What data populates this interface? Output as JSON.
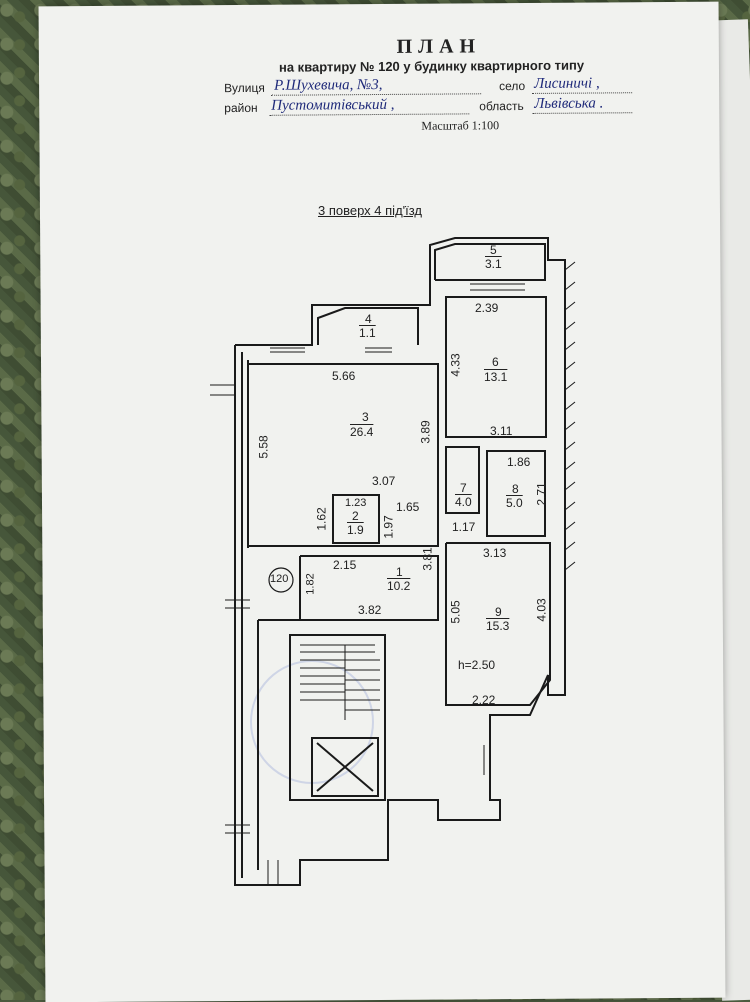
{
  "header": {
    "title": "ПЛАН",
    "subtitle": "на квартиру  № 120 у  будинку квартирного типу",
    "street_label": "Вулиця",
    "street_value": "Р.Шухевича, №3,",
    "village_label": "село",
    "village_value": "Лисиничі ,",
    "district_label": "район",
    "district_value": "Пустомитівський ,",
    "region_label": "область",
    "region_value": "Львівська .",
    "scale": "Масштаб 1:100"
  },
  "floor_caption": "3 поверх 4 під'їзд",
  "apartment_number": "120",
  "ceiling_height": "h=2.50",
  "rooms": [
    {
      "id": "1",
      "area": "10.2"
    },
    {
      "id": "2",
      "area": "1.9"
    },
    {
      "id": "3",
      "area": "26.4"
    },
    {
      "id": "4",
      "area": "1.1"
    },
    {
      "id": "5",
      "area": "3.1"
    },
    {
      "id": "6",
      "area": "13.1"
    },
    {
      "id": "7",
      "area": "4.0"
    },
    {
      "id": "8",
      "area": "5.0"
    },
    {
      "id": "9",
      "area": "15.3"
    }
  ],
  "dimensions": [
    "5.66",
    "5.58",
    "3.89",
    "3.07",
    "1.62",
    "1.23",
    "1.97",
    "1.65",
    "2.15",
    "1.82",
    "3.82",
    "3.81",
    "2.39",
    "4.33",
    "3.11",
    "1.86",
    "2.71",
    "1.17",
    "3.13",
    "5.05",
    "4.03",
    "2.22"
  ]
}
